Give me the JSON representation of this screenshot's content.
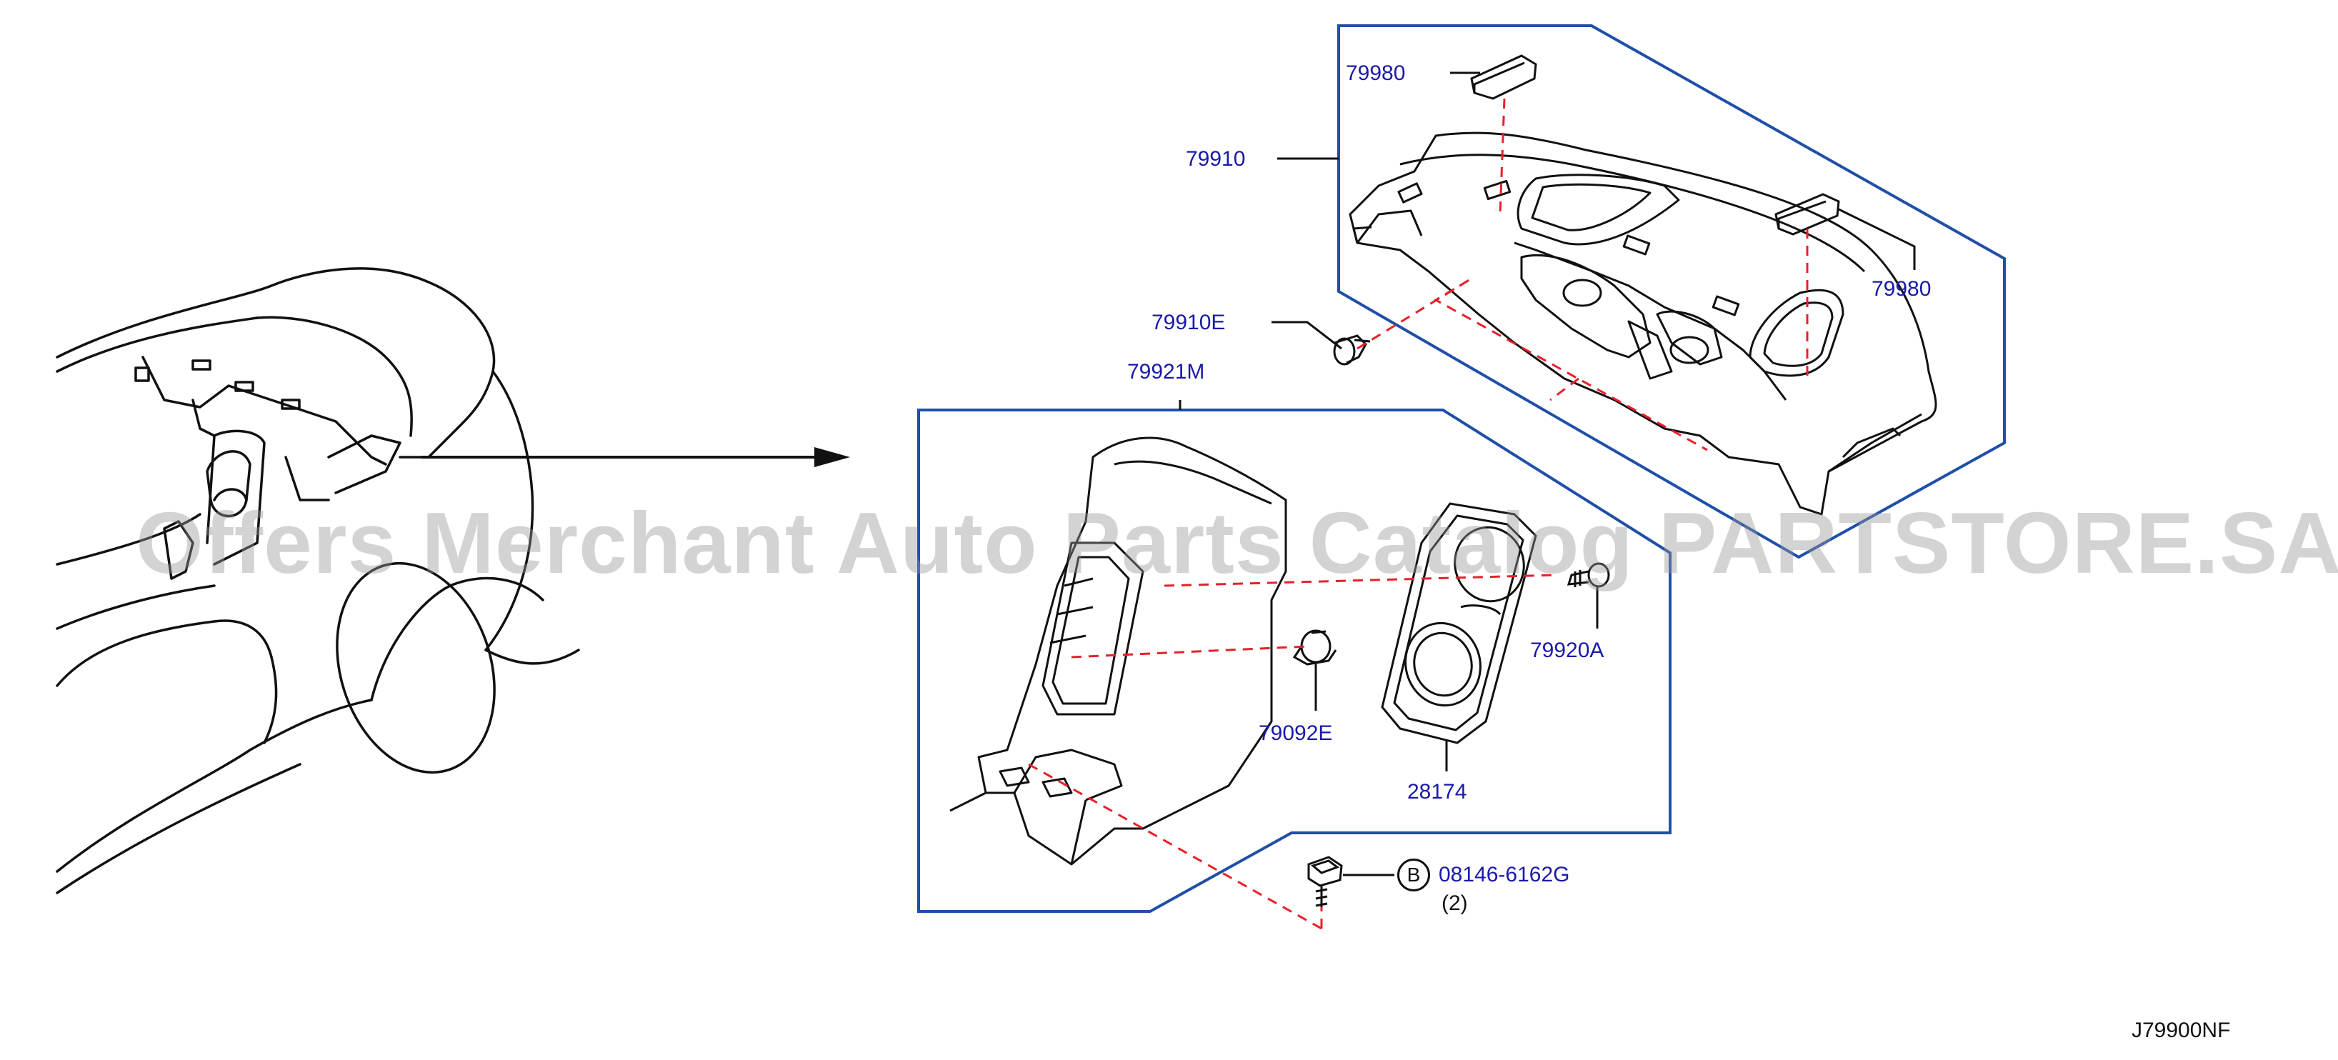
{
  "watermark": "Offers Merchant Auto Parts Catalog PARTSTORE.SA",
  "figure_code": "J79900NF",
  "callouts": {
    "c79980_top": "79980",
    "c79910": "79910",
    "c79980_right": "79980",
    "c79910e": "79910E",
    "c79921m": "79921M",
    "c79920a": "79920A",
    "c79092e": "79092E",
    "c28174": "28174",
    "c08146": "08146-6162G",
    "c08146_qty": "(2)",
    "circle_b": "B"
  },
  "colors": {
    "callout": "#1a1aa8",
    "box": "#1f4fa8",
    "dash": "#e8202a",
    "line": "#111111"
  }
}
